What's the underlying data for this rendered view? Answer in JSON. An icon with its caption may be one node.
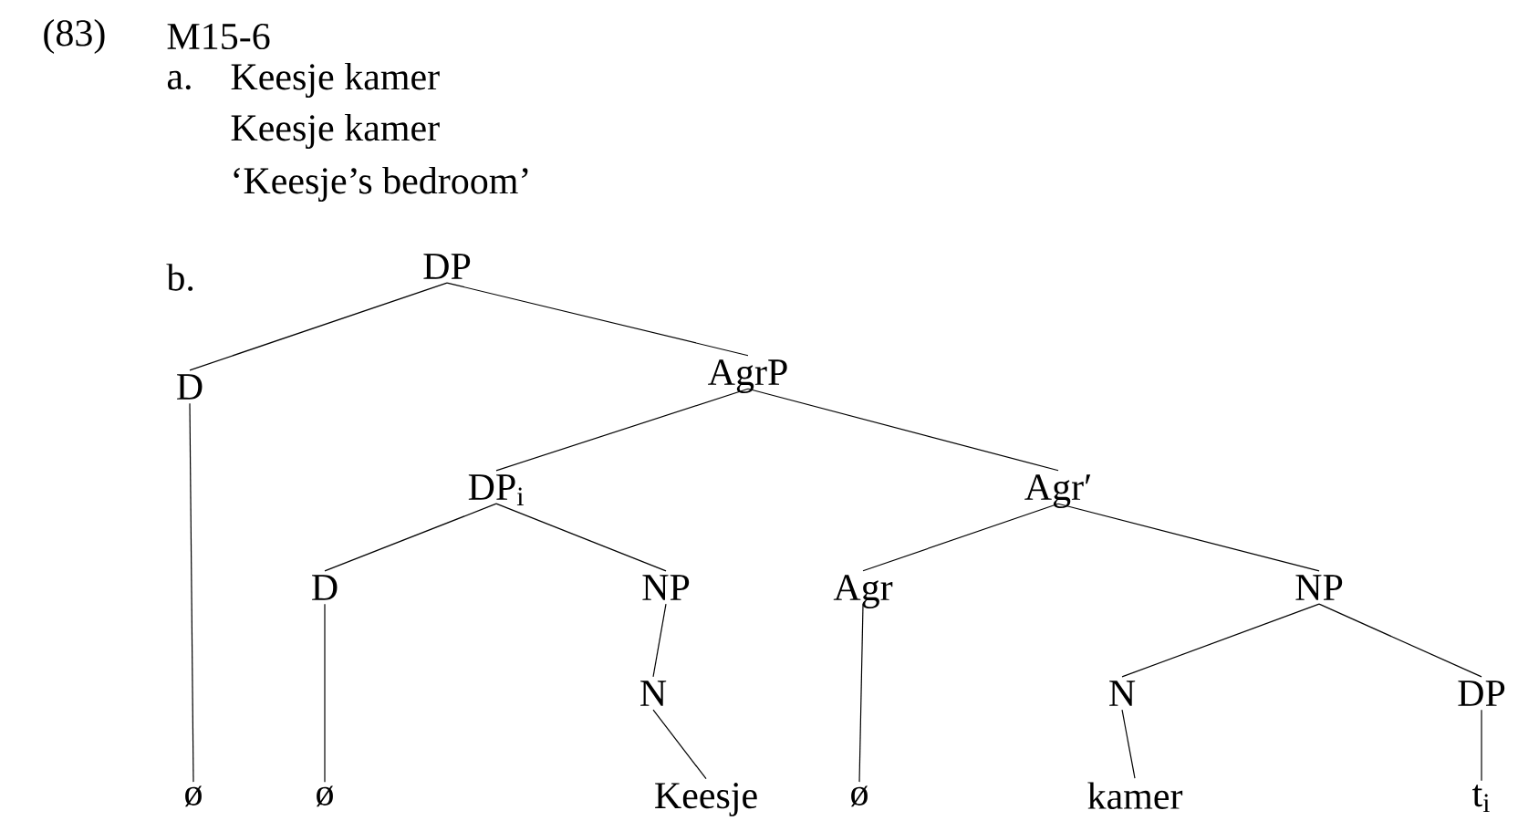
{
  "diagram": {
    "nodes": [
      {
        "text": [
          "DP"
        ]
      },
      {
        "text": [
          "D"
        ]
      },
      {
        "text": [
          "AgrP"
        ]
      },
      {
        "text": [
          "DP$_{i}$"
        ]
      },
      {
        "text": [
          "Agr′"
        ]
      },
      {
        "text": [
          "D"
        ]
      },
      {
        "text": [
          "NP"
        ]
      },
      {
        "text": [
          "Agr"
        ]
      },
      {
        "text": [
          "NP"
        ]
      },
      {
        "text": [
          "N"
        ]
      },
      {
        "text": [
          "N"
        ]
      },
      {
        "text": [
          "DP"
        ]
      },
      {
        "text": [
          "ø"
        ]
      },
      {
        "text": [
          "ø"
        ]
      },
      {
        "text": [
          "Keesje"
        ]
      },
      {
        "text": [
          "ø"
        ]
      },
      {
        "text": [
          "kamer"
        ]
      },
      {
        "text": [
          "t$_{i}$"
        ]
      }
    ],
    "edges": [
      {
        "from": 0,
        "to": 1,
        "arrow": "none"
      },
      {
        "from": 0,
        "to": 2,
        "arrow": "none"
      },
      {
        "from": 2,
        "to": 3,
        "arrow": "none"
      },
      {
        "from": 2,
        "to": 4,
        "arrow": "none"
      },
      {
        "from": 3,
        "to": 5,
        "arrow": "none"
      },
      {
        "from": 3,
        "to": 6,
        "arrow": "none"
      },
      {
        "from": 4,
        "to": 7,
        "arrow": "none"
      },
      {
        "from": 4,
        "to": 8,
        "arrow": "none"
      },
      {
        "from": 6,
        "to": 9,
        "arrow": "none"
      },
      {
        "from": 8,
        "to": 10,
        "arrow": "none"
      },
      {
        "from": 8,
        "to": 11,
        "arrow": "none"
      },
      {
        "from": 1,
        "to": 12,
        "arrow": "none"
      },
      {
        "from": 5,
        "to": 13,
        "arrow": "none"
      },
      {
        "from": 9,
        "to": 14,
        "arrow": "none"
      },
      {
        "from": 7,
        "to": 15,
        "arrow": "none"
      },
      {
        "from": 10,
        "to": 16,
        "arrow": "none"
      },
      {
        "from": 11,
        "to": 17,
        "arrow": "none"
      }
    ],
    "labels": [
      "(83)",
      "M15-6",
      "a.",
      "Keesje kamer",
      "Keesje kamer",
      "‘Keesje’s bedroom’",
      "b."
    ]
  }
}
